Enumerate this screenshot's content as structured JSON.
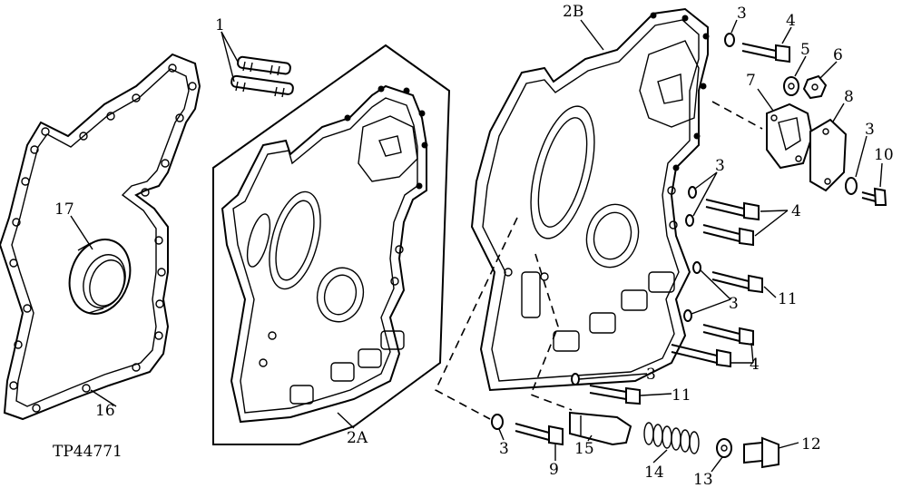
{
  "figure_id": "TP44771",
  "callouts": {
    "c1": "1",
    "c2a": "2A",
    "c2b": "2B",
    "c3a": "3",
    "c3b": "3",
    "c3c": "3",
    "c3d": "3",
    "c3e": "3",
    "c3f": "3",
    "c4a": "4",
    "c4b": "4",
    "c4c": "4",
    "c5": "5",
    "c6": "6",
    "c7": "7",
    "c8": "8",
    "c9": "9",
    "c10": "10",
    "c11a": "11",
    "c11b": "11",
    "c12": "12",
    "c13": "13",
    "c14": "14",
    "c15": "15",
    "c16": "16",
    "c17": "17"
  },
  "colors": {
    "ink": "#000000",
    "paper": "#ffffff"
  }
}
